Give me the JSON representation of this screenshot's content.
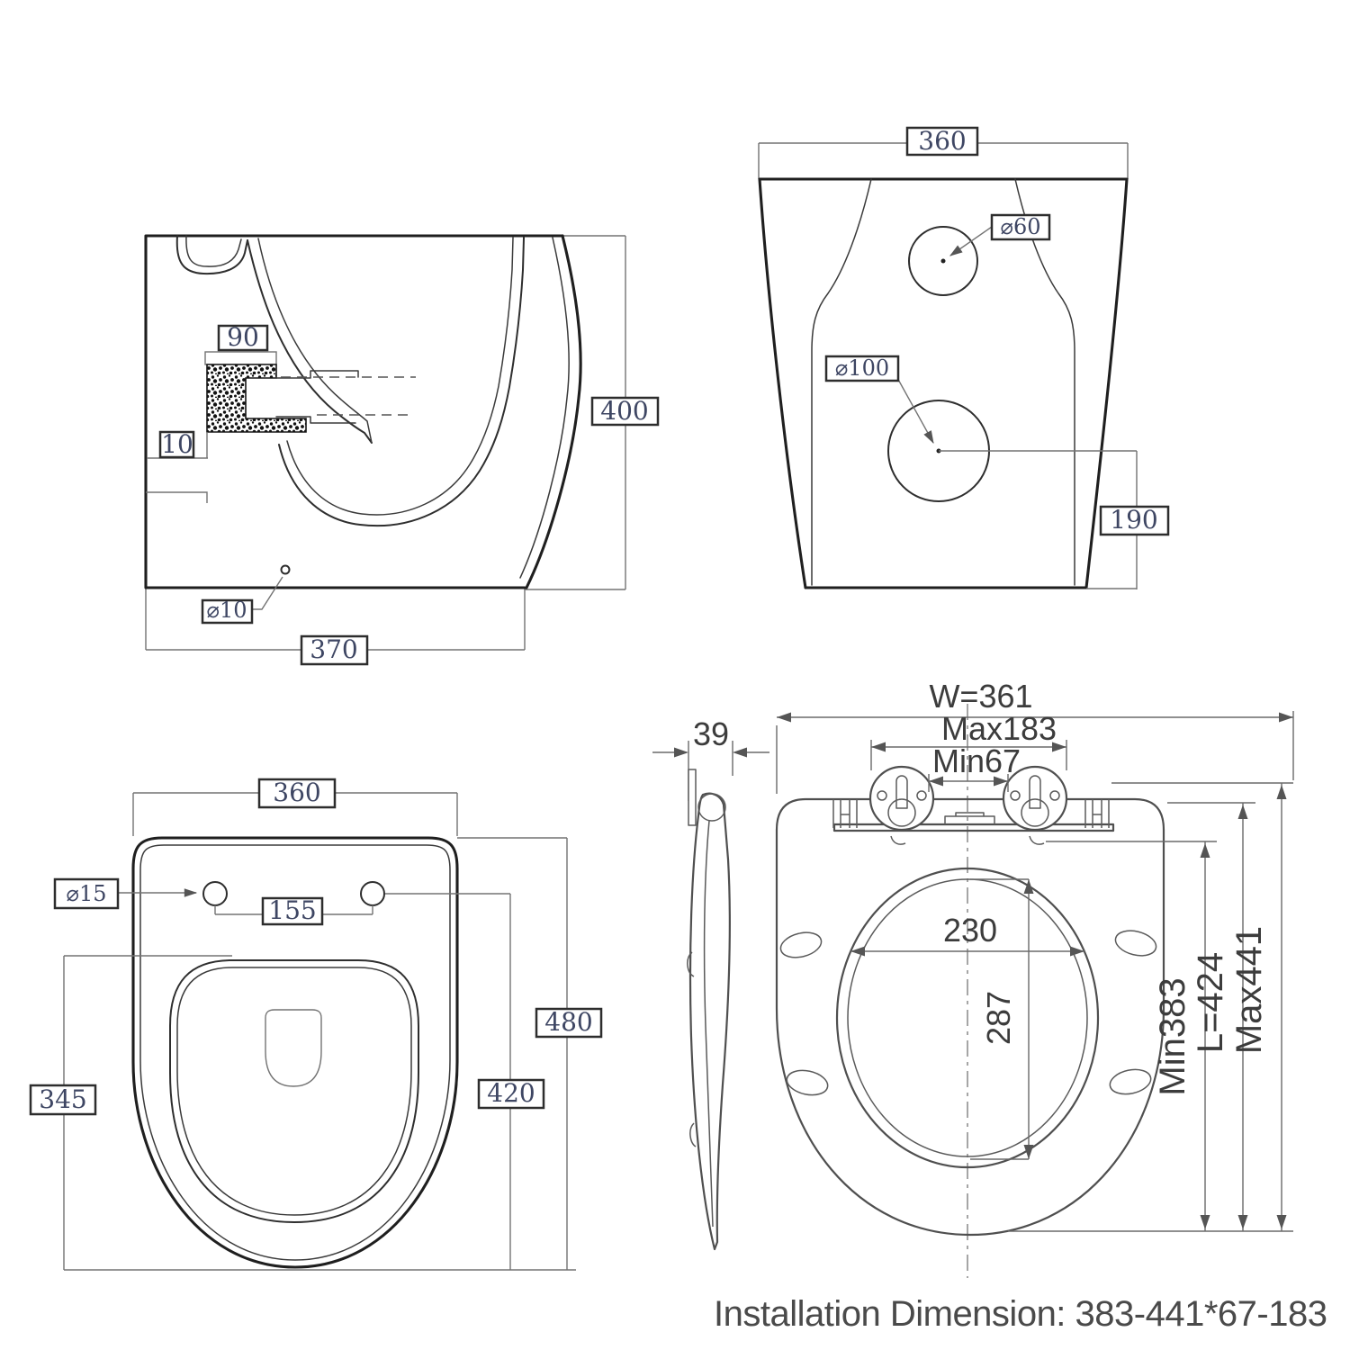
{
  "footer": {
    "installation": "Installation Dimension: 383-441*67-183"
  },
  "views": {
    "side_section": {
      "rim_width": "90",
      "wall_offset": "10",
      "height": "400",
      "depth": "370",
      "drain_hole": "⌀10"
    },
    "back": {
      "width": "360",
      "upper_hole": "⌀60",
      "lower_hole": "⌀100",
      "lower_hole_height": "190"
    },
    "plan": {
      "width": "360",
      "fixing_hole": "⌀15",
      "hole_spacing": "155",
      "outer_length": "480",
      "hinge_length": "420",
      "bowl_length": "345"
    },
    "seat": {
      "thickness": "39",
      "width": "W=361",
      "hinge_max": "Max183",
      "hinge_min": "Min67",
      "opening_width": "230",
      "opening_depth": "287",
      "length_min": "Min383",
      "length": "L=424",
      "length_max": "Max441"
    }
  }
}
